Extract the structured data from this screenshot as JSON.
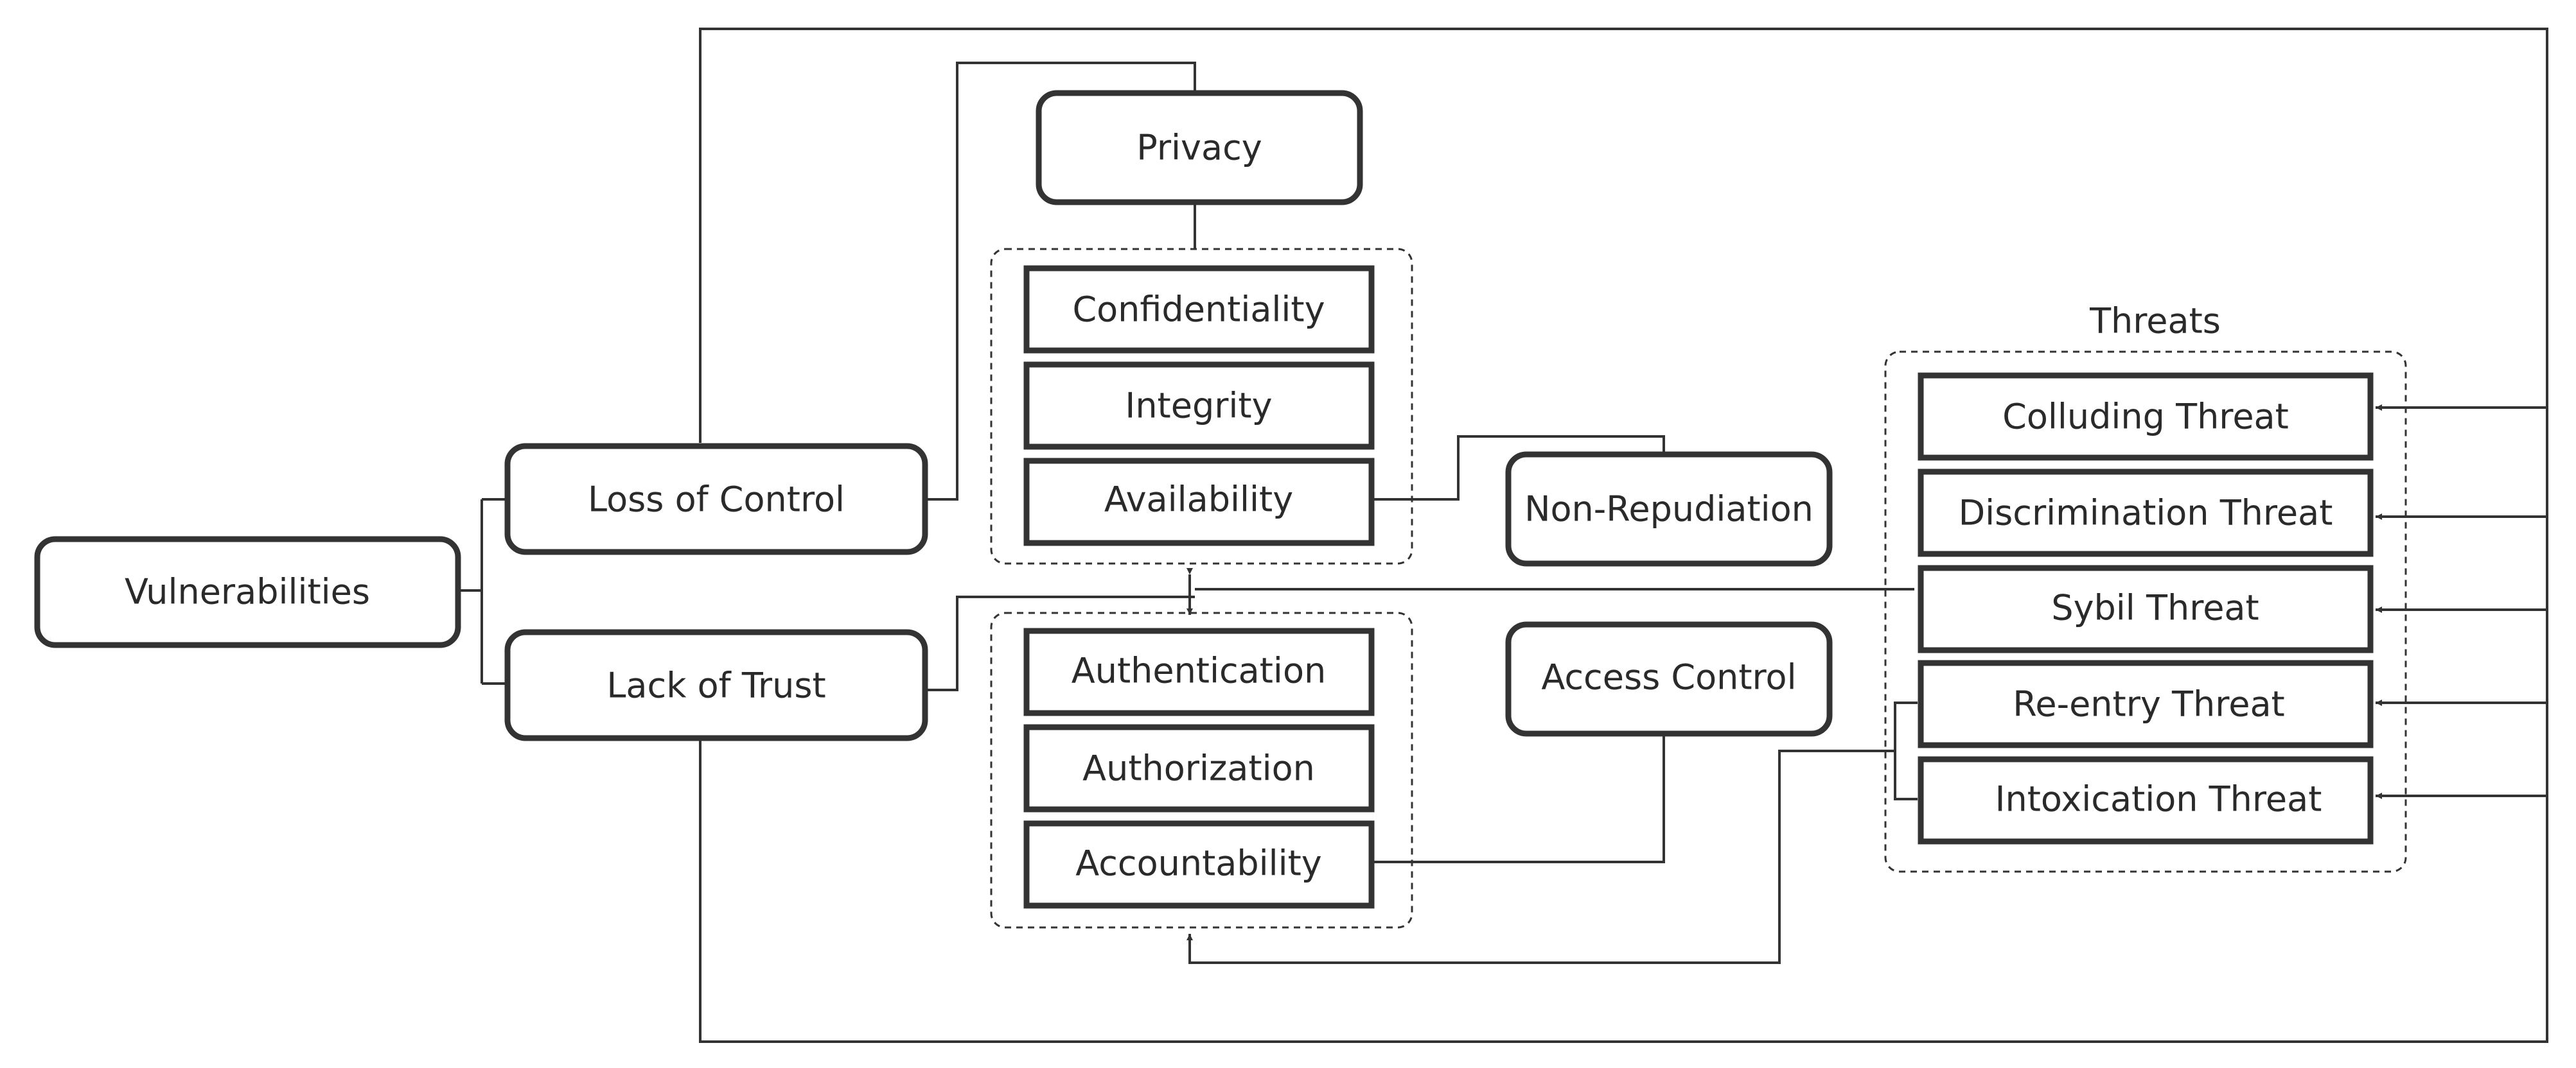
{
  "diagram": {
    "root": "Vulnerabilities",
    "categories": {
      "loss_of_control": "Loss of Control",
      "lack_of_trust": "Lack of Trust"
    },
    "privacy": "Privacy",
    "cia": {
      "confidentiality": "Confidentiality",
      "integrity": "Integrity",
      "availability": "Availability"
    },
    "aaa": {
      "authentication": "Authentication",
      "authorization": "Authorization",
      "accountability": "Accountability"
    },
    "non_repudiation": "Non-Repudiation",
    "access_control": "Access Control",
    "threats": {
      "title": "Threats",
      "colluding": "Colluding Threat",
      "discrimination": "Discrimination Threat",
      "sybil": "Sybil Threat",
      "reentry": "Re-entry Threat",
      "intoxication": "Intoxication Threat"
    }
  },
  "colors": {
    "line": "#333333",
    "node_border": "#333333",
    "background": "#ffffff"
  }
}
